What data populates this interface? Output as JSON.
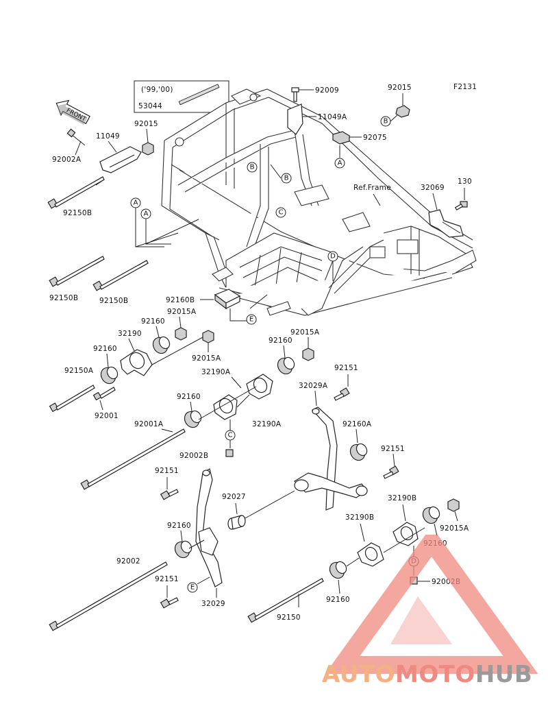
{
  "figure_id": "F2131",
  "front_label": "FRONT",
  "year_note": "('99,'00)",
  "ref_frame": "Ref.Frame",
  "parts": {
    "p92009": "92009",
    "p92015_top": "92015",
    "p11049A": "11049A",
    "p92075": "92075",
    "p53044": "53044",
    "p11049": "11049",
    "p92015_left": "92015",
    "p92002A": "92002A",
    "p92150B_a": "92150B",
    "p92150B_b": "92150B",
    "p92150B_c": "92150B",
    "p32069": "32069",
    "p130": "130",
    "p92160B": "92160B",
    "p92015A_a": "92015A",
    "p92160_a": "92160",
    "p32190": "32190",
    "p92160_b": "92160",
    "p92015A_b": "92015A",
    "p92150A": "92150A",
    "p92001": "92001",
    "p92015A_c": "92015A",
    "p92160_c": "92160",
    "p32190A_a": "32190A",
    "p92160_d": "92160",
    "p32190A_b": "32190A",
    "p92001A": "92001A",
    "p92002B_a": "92002B",
    "p32029A": "32029A",
    "p92151_a": "92151",
    "p92160A": "92160A",
    "p92151_b": "92151",
    "p92151_c": "92151",
    "p92027": "92027",
    "p32190B_a": "32190B",
    "p32190B_b": "32190B",
    "p92015A_d": "92015A",
    "p92160_e": "92160",
    "p92160_f": "92160",
    "p92002": "92002",
    "p92151_d": "92151",
    "p32029": "32029",
    "p92002B_b": "92002B",
    "p92160_g": "92160",
    "p92150": "92150"
  },
  "callouts": {
    "a1": "A",
    "a2": "A",
    "a3": "A",
    "b1": "B",
    "b2": "B",
    "b3": "B",
    "c1": "C",
    "c2": "C",
    "d1": "D",
    "d2": "D",
    "e1": "E",
    "e2": "E"
  },
  "watermark": {
    "part1": "AUTO",
    "part2": "MOTO",
    "part3": "HUB",
    "color1": "#f4b183",
    "color2": "#f08a80",
    "color3": "#9a9a9a",
    "logo_color": "#f08a80"
  }
}
